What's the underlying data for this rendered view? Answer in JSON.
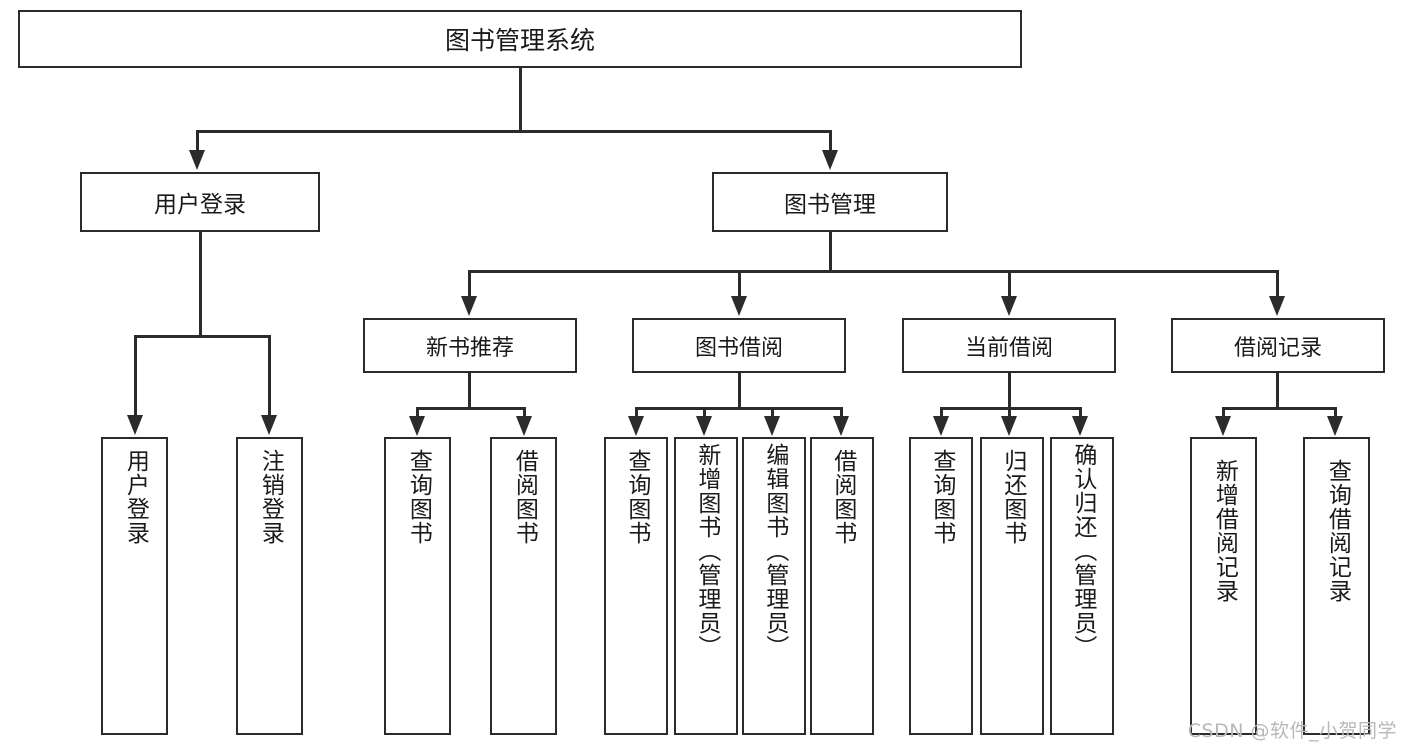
{
  "diagram": {
    "title": "图书管理系统",
    "watermark": "CSDN @软件_小贺同学",
    "level2": {
      "user_login": "用户登录",
      "book_manage": "图书管理"
    },
    "level3": {
      "new_book_recommend": "新书推荐",
      "book_borrow": "图书借阅",
      "current_borrow": "当前借阅",
      "borrow_record": "借阅记录"
    },
    "leaves": {
      "user_login_1": "用户登录",
      "user_login_2": "注销登录",
      "new_book_1": "查询图书",
      "new_book_2": "借阅图书",
      "book_borrow_1": "查询图书",
      "book_borrow_2": "新增图书（管理员）",
      "book_borrow_3": "编辑图书（管理员）",
      "book_borrow_4": "借阅图书",
      "current_borrow_1": "查询图书",
      "current_borrow_2": "归还图书",
      "current_borrow_3": "确认归还（管理员）",
      "borrow_record_1": "新增借阅记录",
      "borrow_record_2": "查询借阅记录"
    }
  },
  "colors": {
    "stroke": "#2b2b2b",
    "background": "#ffffff",
    "watermark": "#b8b8b8"
  }
}
